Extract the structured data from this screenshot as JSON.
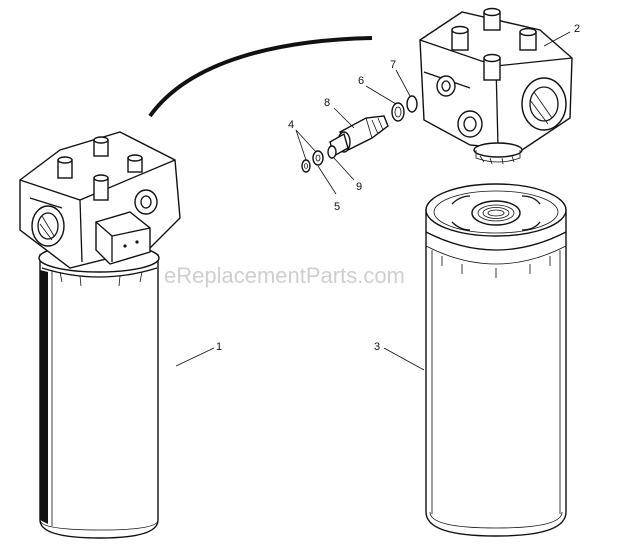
{
  "diagram": {
    "watermark": "eReplacementParts.com",
    "callouts": {
      "c1": "1",
      "c2": "2",
      "c3": "3",
      "c4": "4",
      "c5": "5",
      "c6": "6",
      "c7": "7",
      "c8": "8",
      "c9": "9"
    }
  }
}
